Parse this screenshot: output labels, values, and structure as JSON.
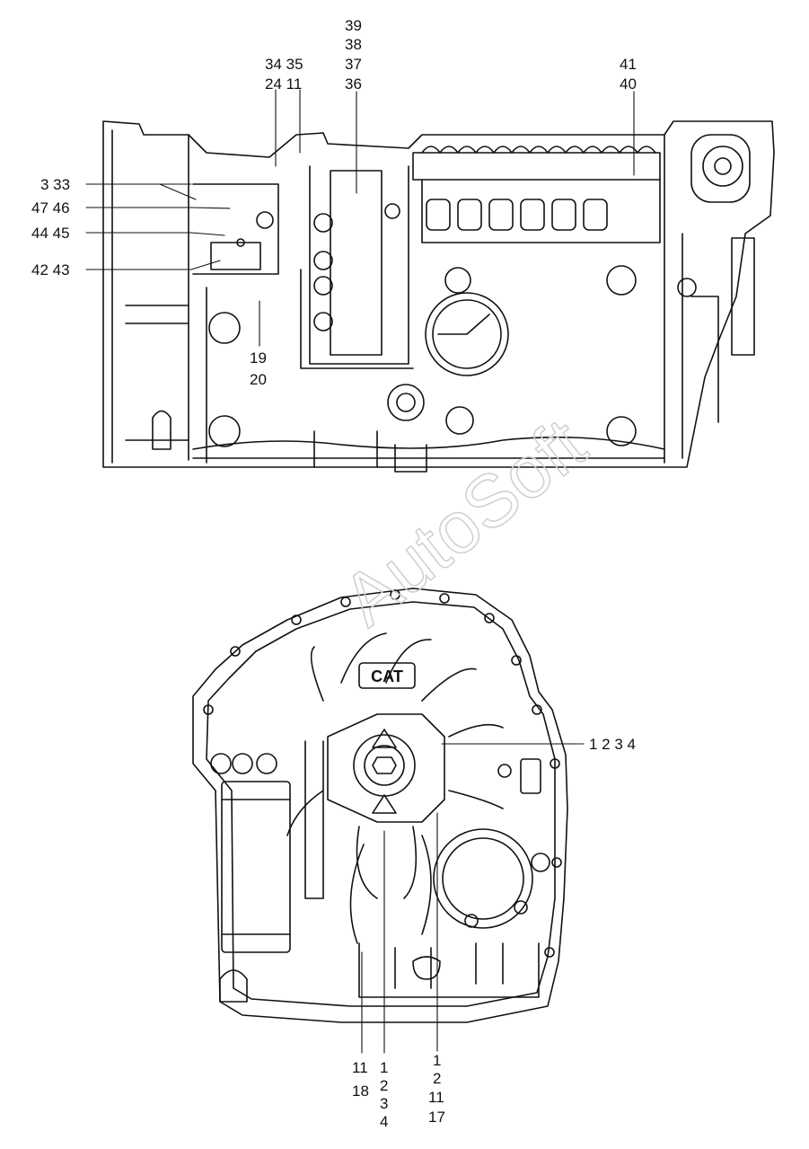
{
  "watermark": "AutoSoft",
  "top_view": {
    "labels": {
      "l39": "39",
      "l38": "38",
      "l37": "37",
      "l36": "36",
      "l34_35": "34 35",
      "l24_11": "24 11",
      "l41": "41",
      "l40": "40",
      "l3_33": "3  33",
      "l47_46": "47  46",
      "l44_45": "44  45",
      "l42_43": "42  43",
      "l19": "19",
      "l20": "20"
    }
  },
  "bottom_view": {
    "brand_logo": "CAT",
    "labels": {
      "l1234": "1  2  3  4",
      "c1_11": "11",
      "c1_18": "18",
      "c2_1": "1",
      "c2_2": "2",
      "c2_3": "3",
      "c2_4": "4",
      "c3_1": "1",
      "c3_2": "2",
      "c3_11": "11",
      "c3_17": "17"
    }
  },
  "colors": {
    "line": "#111111",
    "watermark": "#cfcfcf"
  }
}
